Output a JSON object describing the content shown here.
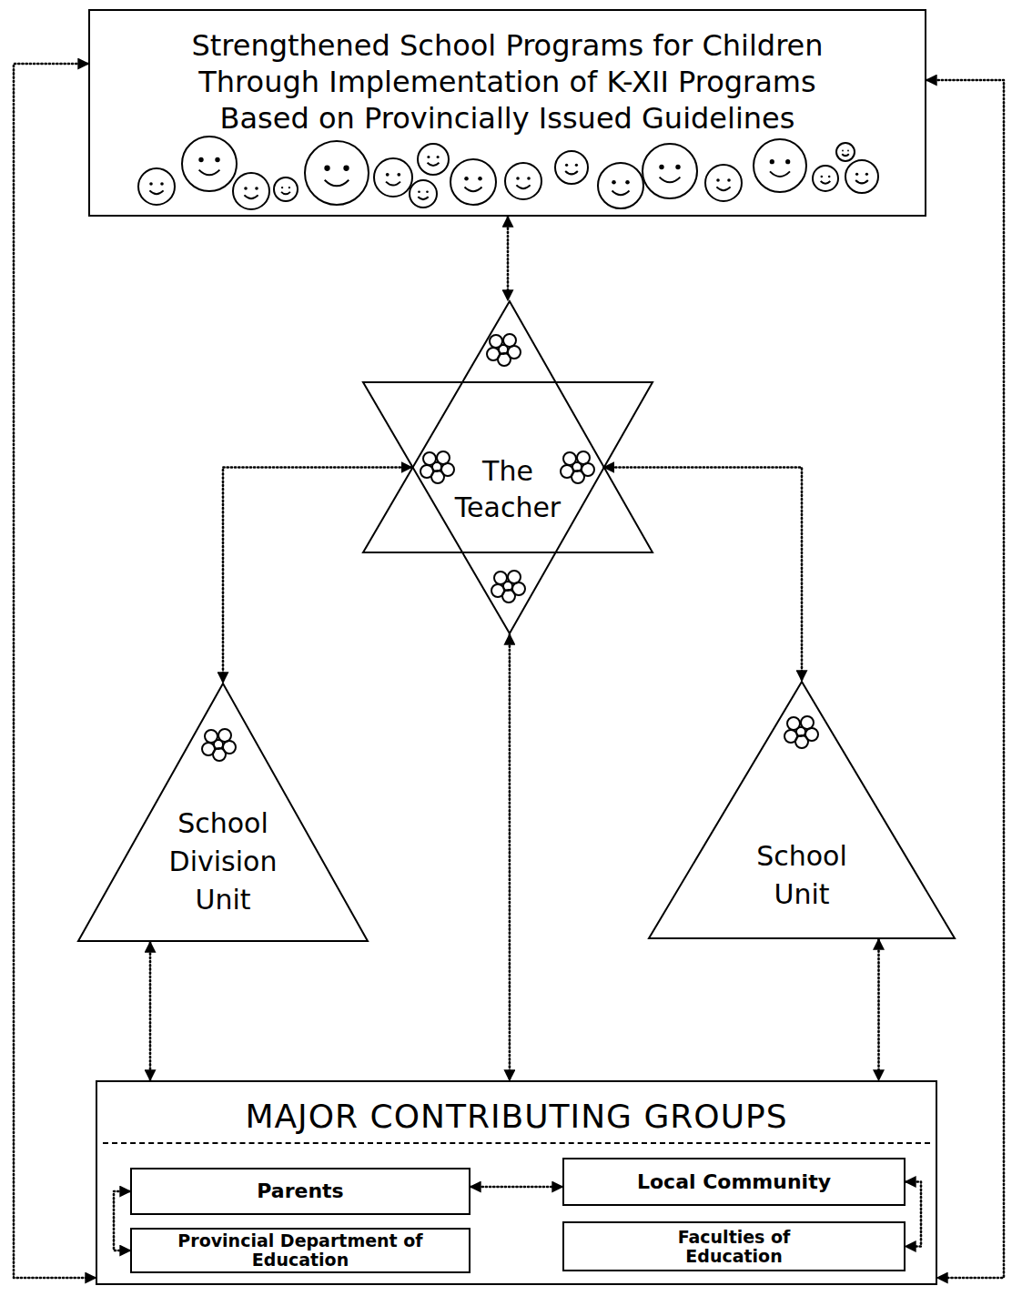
{
  "diagram": {
    "nodes": [
      {
        "text": [
          "Strengthened School Programs for Children Through Implementation of K-XII Programs Based on Provincially Issued Guidelines"
        ]
      },
      {
        "text": [
          "The Teacher"
        ]
      },
      {
        "text": [
          "School Division Unit"
        ]
      },
      {
        "text": [
          "School Unit"
        ]
      },
      {
        "text": [
          "MAJOR CONTRIBUTING GROUPS"
        ]
      },
      {
        "text": [
          "Parents"
        ],
        "in": 4
      },
      {
        "text": [
          "Local Community"
        ],
        "in": 4
      },
      {
        "text": [
          "Provincial Department of Education"
        ],
        "in": 4
      },
      {
        "text": [
          "Faculties of Education"
        ],
        "in": 4
      }
    ],
    "edges": [
      {
        "from": 0,
        "to": 1,
        "arrow": "both"
      },
      {
        "from": 1,
        "to": 2,
        "arrow": "both"
      },
      {
        "from": 1,
        "to": 3,
        "arrow": "both"
      },
      {
        "from": 2,
        "to": 4,
        "arrow": "both"
      },
      {
        "from": 1,
        "to": 4,
        "arrow": "both"
      },
      {
        "from": 3,
        "to": 4,
        "arrow": "both"
      },
      {
        "from": 0,
        "to": 4,
        "arrow": "both"
      },
      {
        "from": 0,
        "to": 4,
        "arrow": "both"
      },
      {
        "from": 5,
        "to": 7,
        "arrow": "both"
      },
      {
        "from": 6,
        "to": 8,
        "arrow": "both"
      },
      {
        "from": 5,
        "to": 6,
        "arrow": "both"
      }
    ]
  }
}
